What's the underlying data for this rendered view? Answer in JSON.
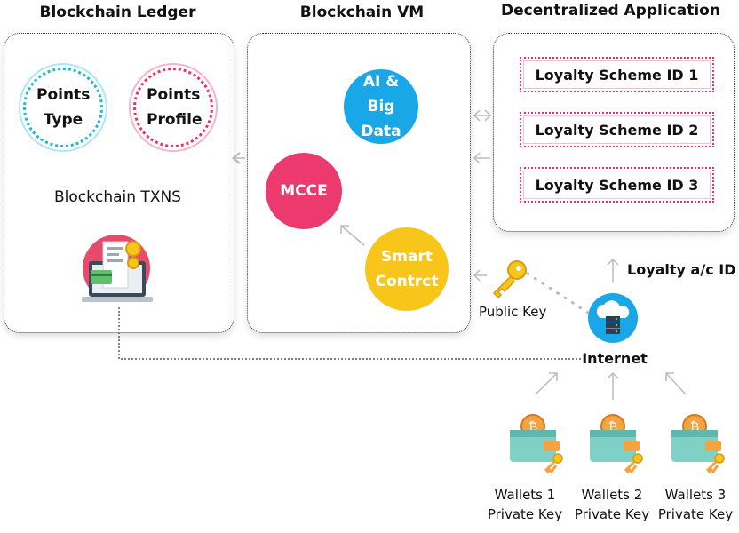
{
  "titles": {
    "ledger": "Blockchain Ledger",
    "vm": "Blockchain VM",
    "dapp": "Decentralized Application"
  },
  "ledger": {
    "points_type": "Points Type",
    "points_profile": "Points Profile",
    "txns": "Blockchain TXNS"
  },
  "vm": {
    "ai_big_data": "AI & Big Data",
    "mcce": "MCCE",
    "smart_contract": "Smart Contrct"
  },
  "dapp": {
    "schemes": [
      "Loyalty Scheme ID 1",
      "Loyalty Scheme ID 2",
      "Loyalty Scheme ID 3"
    ]
  },
  "network": {
    "public_key": "Public Key",
    "internet": "Internet",
    "loyalty_id": "Loyalty a/c ID"
  },
  "wallets": [
    {
      "name": "Wallets 1",
      "key": "Private Key"
    },
    {
      "name": "Wallets 2",
      "key": "Private Key"
    },
    {
      "name": "Wallets 3",
      "key": "Private Key"
    }
  ],
  "colors": {
    "cyan": "#1aa7e8",
    "pink": "#ec3a6e",
    "yellow": "#f8c61a",
    "teal_wallet": "#7fd1c6",
    "coin": "#f4a340"
  }
}
